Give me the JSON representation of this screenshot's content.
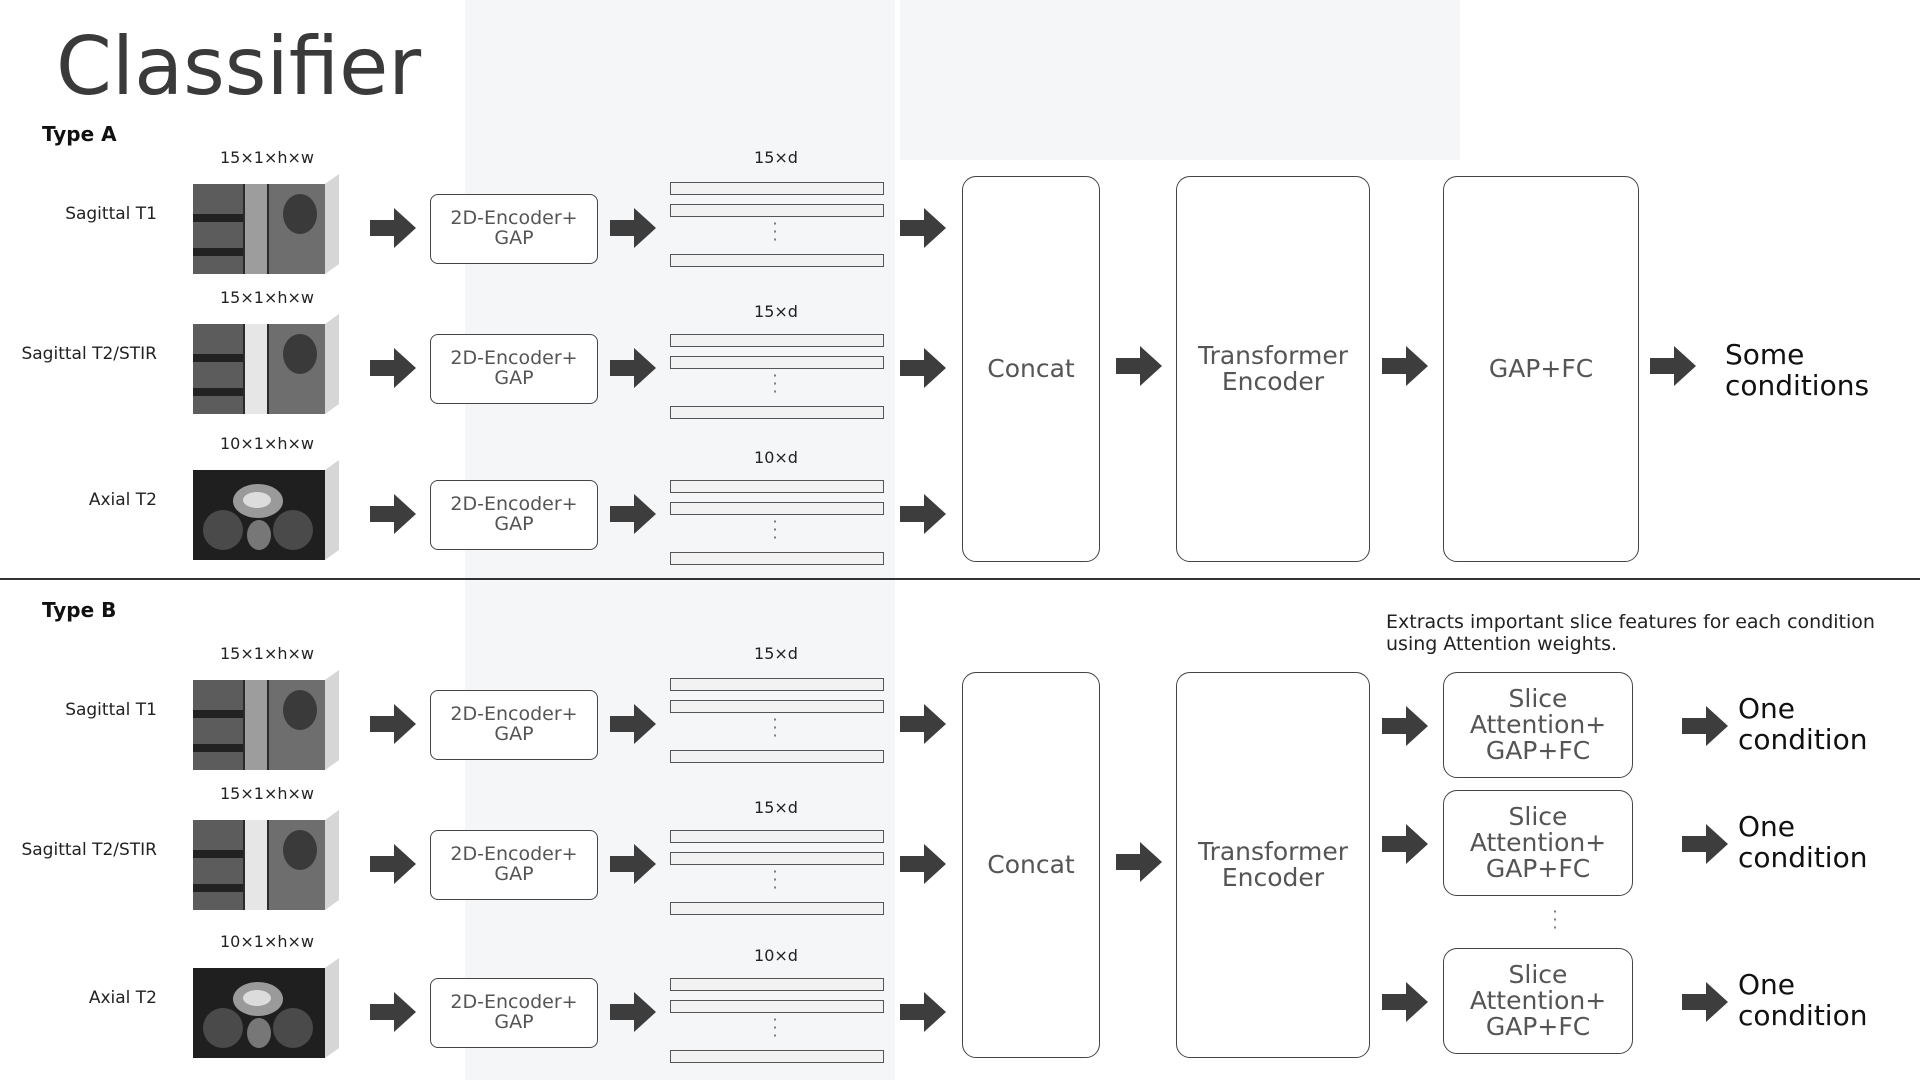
{
  "title": "Classifier",
  "note": "Extracts important slice features for each condition\nusing Attention weights.",
  "encoder_label": "2D-Encoder+\nGAP",
  "concat_label": "Concat",
  "transformer_label": "Transformer\nEncoder",
  "type_a": {
    "label": "Type A",
    "head_label": "GAP+FC",
    "output": "Some\nconditions",
    "rows": [
      {
        "name": "Sagittal T1",
        "input_dim": "15×1×h×w",
        "feat_dim": "15×d"
      },
      {
        "name": "Sagittal T2/STIR",
        "input_dim": "15×1×h×w",
        "feat_dim": "15×d"
      },
      {
        "name": "Axial T2",
        "input_dim": "10×1×h×w",
        "feat_dim": "10×d"
      }
    ]
  },
  "type_b": {
    "label": "Type B",
    "head_label": "Slice Attention+\nGAP+FC",
    "output": "One\ncondition",
    "rows": [
      {
        "name": "Sagittal T1",
        "input_dim": "15×1×h×w",
        "feat_dim": "15×d"
      },
      {
        "name": "Sagittal T2/STIR",
        "input_dim": "15×1×h×w",
        "feat_dim": "15×d"
      },
      {
        "name": "Axial T2",
        "input_dim": "10×1×h×w",
        "feat_dim": "10×d"
      }
    ]
  },
  "colors": {
    "arrow": "#3d3d3d",
    "border": "#444444",
    "background_watermark": "#dfe6ec"
  }
}
